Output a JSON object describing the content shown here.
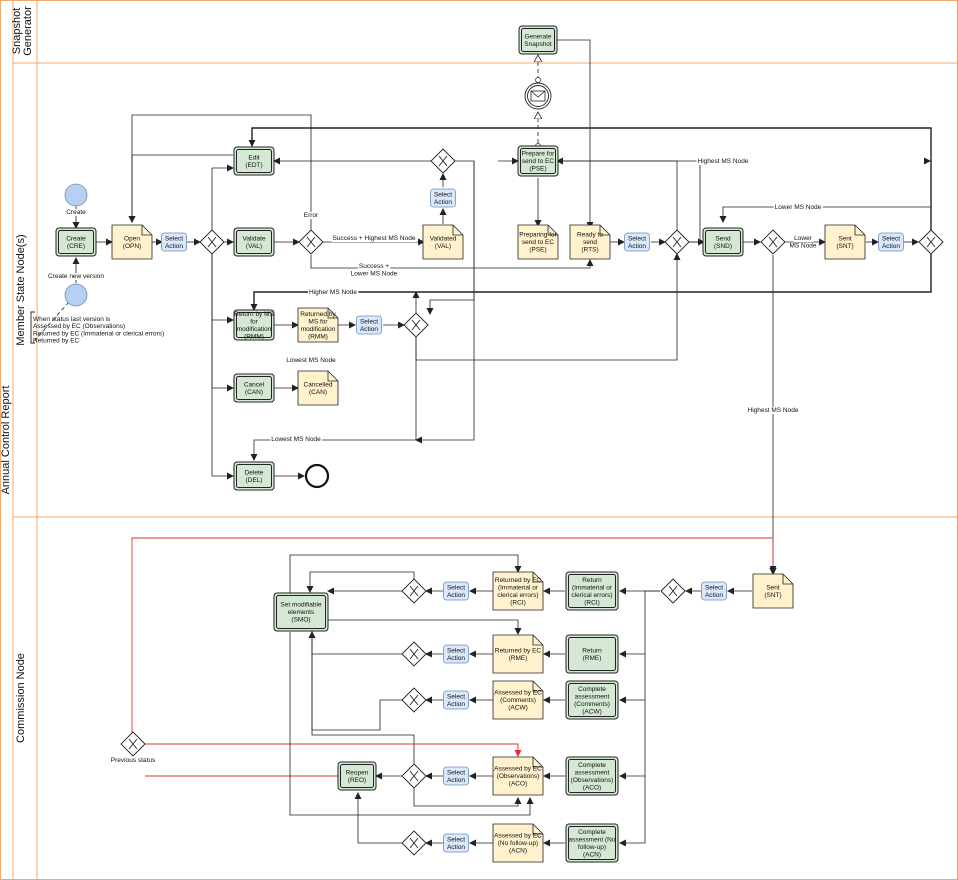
{
  "lanes": {
    "pool": "Annual Control Report",
    "snapshot": "Snapshot Generator",
    "member": "Member State Node(s)",
    "commission": "Commission Node"
  },
  "events": {
    "create": "Create",
    "create_new_version": "Create new version",
    "new_version_condition": [
      "When status last version is",
      "Assessed by EC (Observations)",
      "Returned by EC (Immaterial or clerical errors)",
      "Returned by EC"
    ]
  },
  "tasks": {
    "generate_snapshot": [
      "Generate",
      "Snapshot"
    ],
    "edit": [
      "Edit",
      "(EDT)"
    ],
    "prepare": [
      "Prepare for",
      "send to EC",
      "(PSE)"
    ],
    "create": [
      "Create",
      "(CRE)"
    ],
    "validate": [
      "Validate",
      "(VAL)"
    ],
    "send": [
      "Send",
      "(SND)"
    ],
    "return_ms": [
      "Return by MS",
      "for",
      "modification",
      "(RMM)"
    ],
    "cancel": [
      "Cancel",
      "(CAN)"
    ],
    "delete": [
      "Delete",
      "(DEL)"
    ],
    "set_modifiable": [
      "Set modifiable",
      "elements",
      "(SMO)"
    ],
    "return_rci": [
      "Return",
      "(Immaterial or",
      "clerical errors)",
      "(RCI)"
    ],
    "return_rme": [
      "Return",
      "(RME)"
    ],
    "complete_acw": [
      "Complete",
      "assessment",
      "(Comments)",
      "(ACW)"
    ],
    "complete_aco": [
      "Complete",
      "assessment",
      "(Observations)",
      "(ACO)"
    ],
    "complete_acn": [
      "Complete",
      "assessment (No",
      "follow-up)",
      "(ACN)"
    ],
    "reopen": [
      "Reopen",
      "(REO)"
    ]
  },
  "statuses": {
    "open": [
      "Open",
      "(OPN)"
    ],
    "validated": [
      "Validated",
      "(VAL)"
    ],
    "preparing": [
      "Preparing for",
      "send to EC",
      "(PSE)"
    ],
    "ready": [
      "Ready to",
      "send",
      "(RTS)"
    ],
    "sent_ms": [
      "Sent",
      "(SNT)"
    ],
    "returned_rmm": [
      "Returned by",
      "MS for",
      "modification",
      "(RMM)"
    ],
    "cancelled": [
      "Cancelled",
      "(CAN)"
    ],
    "sent_ec": [
      "Sent",
      "(SNT)"
    ],
    "returned_rci": [
      "Returned by EC",
      "(Immaterial or",
      "clerical errors)",
      "(RCI)"
    ],
    "returned_rme": [
      "Returned by EC",
      "(RME)"
    ],
    "assessed_acw": [
      "Assessed by EC",
      "(Comments)",
      "(ACW)"
    ],
    "assessed_aco": [
      "Assessed by EC",
      "(Observations)",
      "(ACO)"
    ],
    "assessed_acn": [
      "Assessed by EC",
      "(No follow-up)",
      "(ACN)"
    ]
  },
  "select_action": [
    "Select",
    "Action"
  ],
  "edge_labels": {
    "error": "Error",
    "success_highest": "Success + Highest MS Node",
    "success_lower": [
      "Success +",
      "Lower MS Node"
    ],
    "highest_ms_node": "Highest MS Node",
    "lower_ms_node_top": "Lower MS Node",
    "lower_ms_node_mid": [
      "Lower",
      "MS Node"
    ],
    "higher_ms_node": "Higher MS Node",
    "lowest_ms_node_1": "Lowest MS Node",
    "lowest_ms_node_2": "Lowest MS Node",
    "highest_ms_node_down": "Highest MS Node",
    "previous_status": "Previous status"
  },
  "colors": {
    "lane_border": "#f5a96b",
    "task_fill": "#d5e8d4",
    "status_fill": "#fff2cc",
    "action_fill": "#dae8fc",
    "start_fill": "#b7cff2",
    "red_flow": "#e03030"
  }
}
